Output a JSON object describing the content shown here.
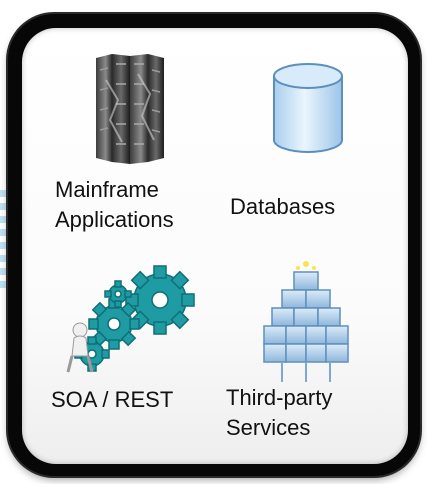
{
  "items": [
    {
      "line1": "Mainframe",
      "line2": "Applications",
      "icon": "mainframe-icon"
    },
    {
      "line1": "Databases",
      "icon": "database-icon"
    },
    {
      "line1": "SOA / REST",
      "icon": "gears-icon"
    },
    {
      "line1": "Third-party",
      "line2": "Services",
      "icon": "cube-pyramid-icon"
    }
  ],
  "colors": {
    "frame": "#070707",
    "panel": "#ffffff",
    "stripe": "#bfe0f3",
    "gear": "#1f9ca3",
    "cube": "#9fc0df",
    "database": "#bfdcf3"
  }
}
